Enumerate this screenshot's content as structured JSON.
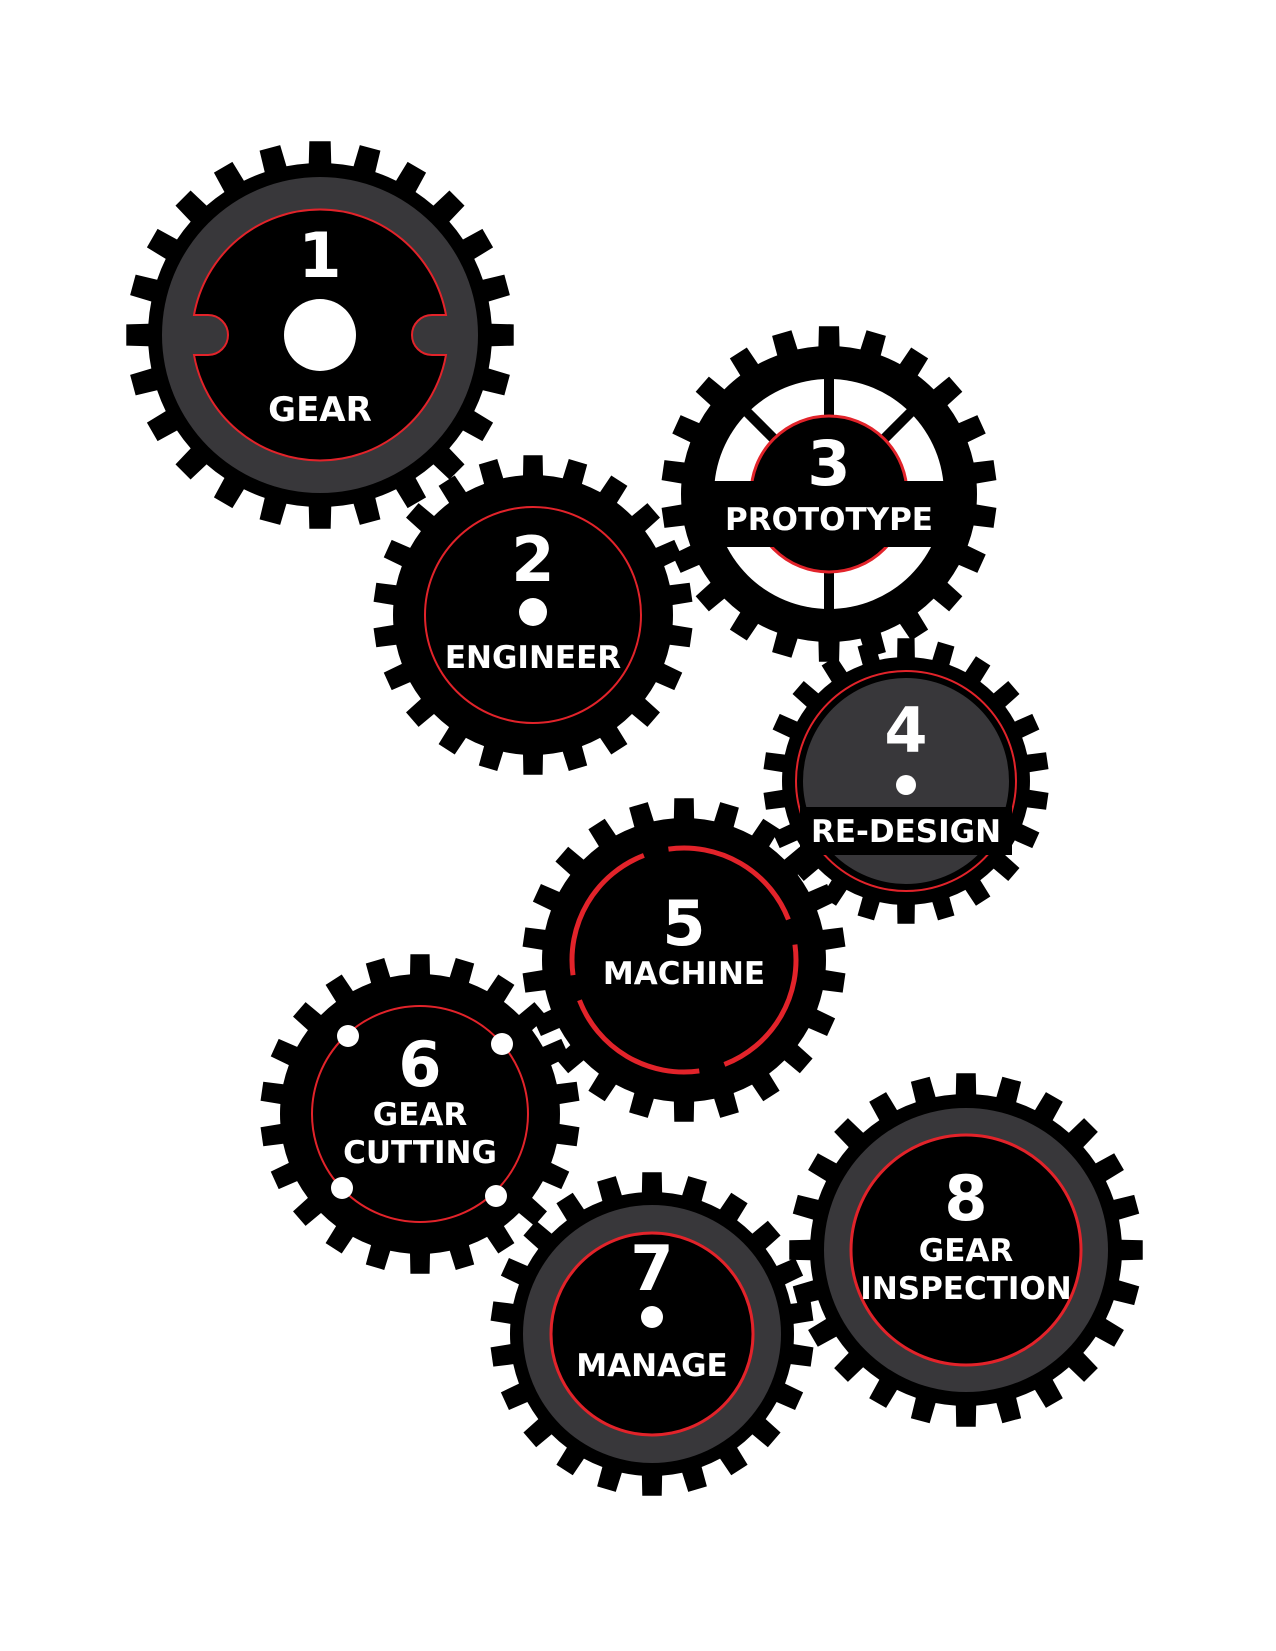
{
  "colors": {
    "gear_body": "#000000",
    "gear_ring": "#38373a",
    "accent_red": "#e2232a",
    "text": "#ffffff",
    "background": "#ffffff"
  },
  "steps": [
    {
      "number": "1",
      "label": [
        "GEAR"
      ]
    },
    {
      "number": "2",
      "label": [
        "ENGINEER"
      ]
    },
    {
      "number": "3",
      "label": [
        "PROTOTYPE"
      ]
    },
    {
      "number": "4",
      "label": [
        "RE-DESIGN"
      ]
    },
    {
      "number": "5",
      "label": [
        "MACHINE"
      ]
    },
    {
      "number": "6",
      "label": [
        "GEAR",
        "CUTTING"
      ]
    },
    {
      "number": "7",
      "label": [
        "MANAGE"
      ]
    },
    {
      "number": "8",
      "label": [
        "GEAR",
        "INSPECTION"
      ]
    }
  ]
}
